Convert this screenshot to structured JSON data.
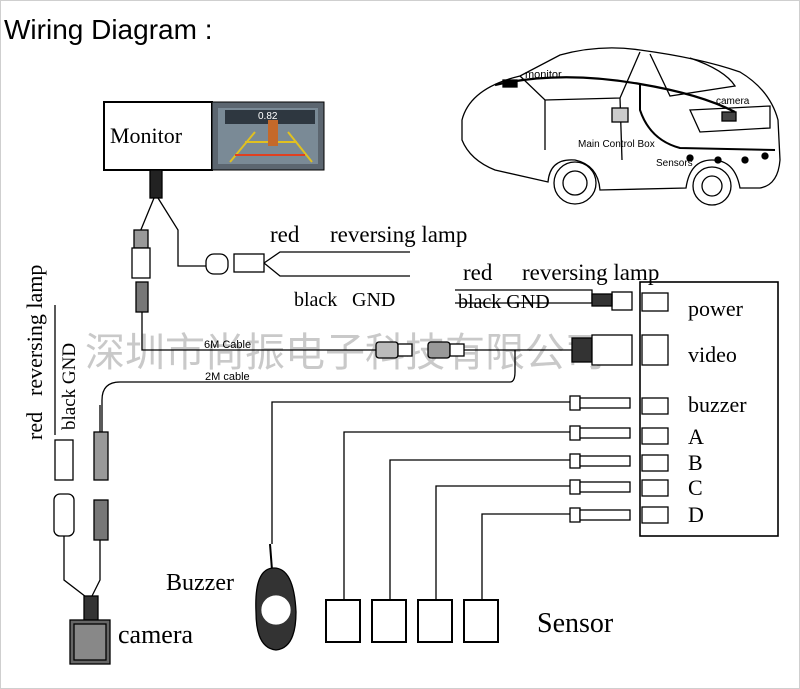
{
  "title": "Wiring Diagram :",
  "monitor": {
    "label": "Monitor",
    "speed_readout": "0.82"
  },
  "car_labels": {
    "monitor": "monitor",
    "camera": "camera",
    "main_control_box": "Main Control Box",
    "sensors": "Sensors"
  },
  "monitor_power": {
    "red": "red",
    "reversing_lamp": "reversing lamp",
    "black": "black",
    "gnd": "GND"
  },
  "box_power_lead": {
    "red": "red",
    "reversing_lamp": "reversing lamp",
    "black_gnd": "black GND"
  },
  "camera_power_lead": {
    "red": "red",
    "reversing_lamp": "reversing lamp",
    "black_gnd": "black GND"
  },
  "cables": {
    "long": "6M Cable",
    "short": "2M cable"
  },
  "control_box_ports": [
    "power",
    "video",
    "buzzer",
    "A",
    "B",
    "C",
    "D"
  ],
  "buzzer_label": "Buzzer",
  "sensor_label": "Sensor",
  "camera_label": "camera",
  "watermark": "深圳市尚振电子科技有限公司",
  "colors": {
    "line": "#000000",
    "background": "#ffffff",
    "watermark": "#c9c9c9"
  }
}
